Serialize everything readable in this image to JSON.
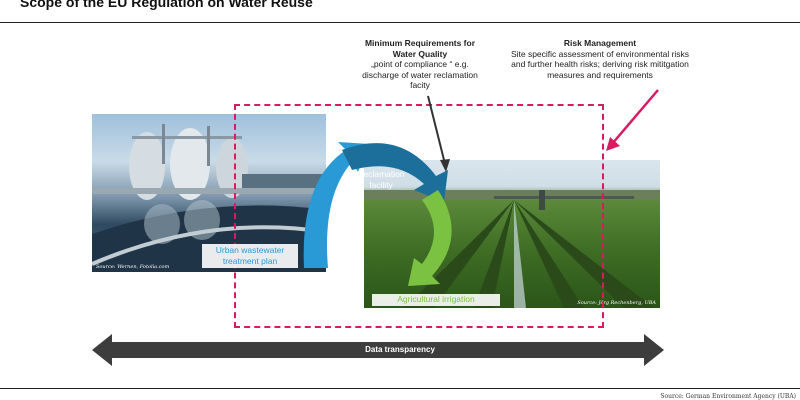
{
  "title": "Scope of the EU Regulation on Water Reuse",
  "photos": {
    "plant_credit": "Source: Wernen, Fotolia.com",
    "field_credit": "Source: Jörg Rechenberg, UBA"
  },
  "cycle": {
    "wastewater_label": "Urban wastewater treatment plan",
    "reclamation_label": "Reclamation facility",
    "irrigation_label": "Agricultural irrigation"
  },
  "minimum_requirements": {
    "heading": "Minimum Requirements for Water Quality",
    "body": "„point of compliance “ e.g. discharge of water reclamation facity"
  },
  "risk_management": {
    "heading": "Risk Management",
    "body": "Site specific assessment of environmental risks and further health risks; deriving risk mititgation measures and requirements"
  },
  "data_transparency": "Data transparency",
  "source": "Source: German Environment Agency (UBA)",
  "colors": {
    "frame": "#d81b60",
    "wastewater_arrow": "#2a9ad6",
    "reclamation_arrow": "#1b6f9a",
    "irrigation_arrow": "#7cc242",
    "transparency_bar": "#3d3d3d"
  }
}
